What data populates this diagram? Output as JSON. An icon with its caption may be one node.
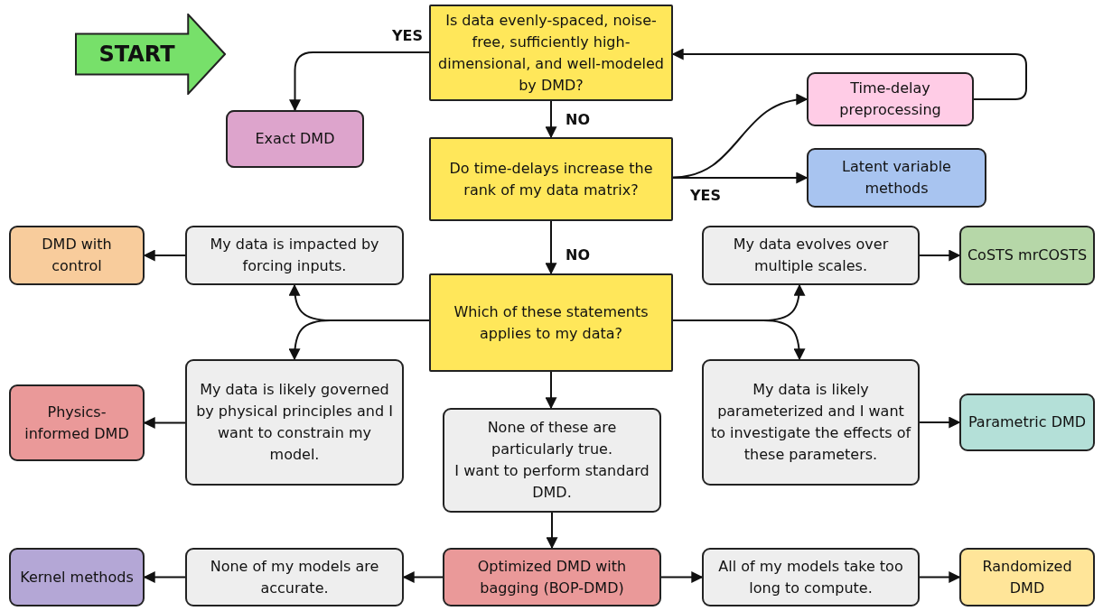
{
  "diagram": {
    "nodes": [
      {
        "text": [
          "START"
        ]
      },
      {
        "text": [
          "Is data evenly-spaced, noise-free, sufficiently high-dimensional, and well-modeled by DMD?"
        ]
      },
      {
        "text": [
          "Exact DMD"
        ]
      },
      {
        "text": [
          "Time-delay preprocessing"
        ]
      },
      {
        "text": [
          "Do time-delays increase the rank of my data matrix?"
        ]
      },
      {
        "text": [
          "Latent variable methods"
        ]
      },
      {
        "text": [
          "DMD with control"
        ]
      },
      {
        "text": [
          "My data is impacted by forcing inputs."
        ]
      },
      {
        "text": [
          "My data evolves over multiple scales."
        ]
      },
      {
        "text": [
          "CoSTS mrCOSTS"
        ]
      },
      {
        "text": [
          "Which of these statements applies to my data?"
        ]
      },
      {
        "text": [
          "Physics-informed DMD"
        ]
      },
      {
        "text": [
          "My data is likely governed by physical principles and I want to constrain my model."
        ]
      },
      {
        "text": [
          "My data is likely parameterized and I want to investigate the effects of these parameters."
        ]
      },
      {
        "text": [
          "Parametric DMD"
        ]
      },
      {
        "text": [
          "None of these are particularly true.",
          "I want to perform standard DMD."
        ]
      },
      {
        "text": [
          "Optimized DMD with bagging (BOP-DMD)"
        ]
      },
      {
        "text": [
          "None of my models are accurate."
        ]
      },
      {
        "text": [
          "All of my models take too long to compute."
        ]
      },
      {
        "text": [
          "Kernel methods"
        ]
      },
      {
        "text": [
          "Randomized DMD"
        ]
      }
    ],
    "edges": [
      {
        "from": 1,
        "to": 2,
        "arrow": "to",
        "label": "YES"
      },
      {
        "from": 1,
        "to": 4,
        "arrow": "to",
        "label": "NO"
      },
      {
        "from": 4,
        "to": 3,
        "arrow": "to"
      },
      {
        "from": 3,
        "to": 1,
        "arrow": "to"
      },
      {
        "from": 4,
        "to": 5,
        "arrow": "to",
        "label": "YES"
      },
      {
        "from": 4,
        "to": 10,
        "arrow": "to",
        "label": "NO"
      },
      {
        "from": 10,
        "to": 7,
        "arrow": "to"
      },
      {
        "from": 10,
        "to": 12,
        "arrow": "to"
      },
      {
        "from": 10,
        "to": 8,
        "arrow": "to"
      },
      {
        "from": 10,
        "to": 13,
        "arrow": "to"
      },
      {
        "from": 10,
        "to": 15,
        "arrow": "to"
      },
      {
        "from": 7,
        "to": 6,
        "arrow": "to"
      },
      {
        "from": 8,
        "to": 9,
        "arrow": "to"
      },
      {
        "from": 12,
        "to": 11,
        "arrow": "to"
      },
      {
        "from": 13,
        "to": 14,
        "arrow": "to"
      },
      {
        "from": 15,
        "to": 16,
        "arrow": "to"
      },
      {
        "from": 16,
        "to": 17,
        "arrow": "to"
      },
      {
        "from": 16,
        "to": 18,
        "arrow": "to"
      },
      {
        "from": 17,
        "to": 19,
        "arrow": "to"
      },
      {
        "from": 18,
        "to": 20,
        "arrow": "to"
      }
    ]
  }
}
